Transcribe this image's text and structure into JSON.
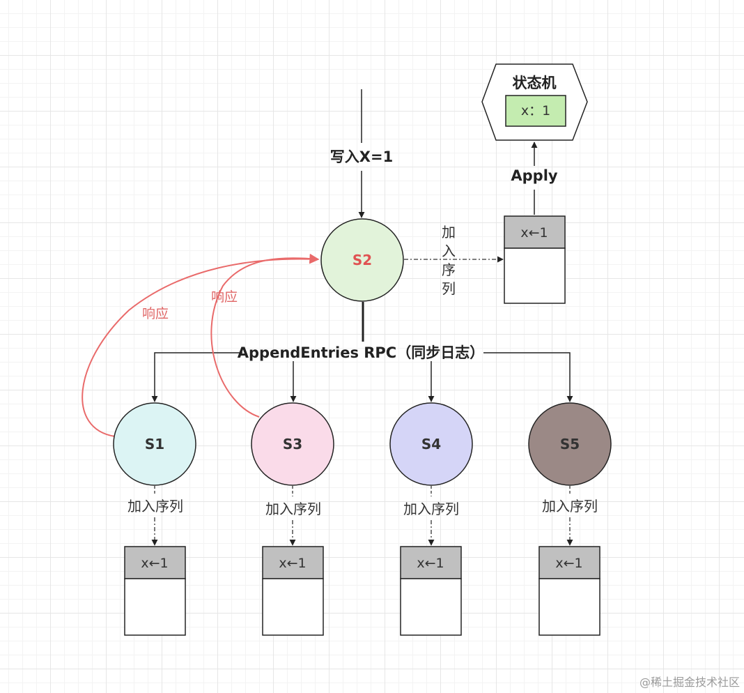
{
  "write_label": "写入X=1",
  "rpc_label": "AppendEntries RPC（同步日志）",
  "apply_label": "Apply",
  "state_machine": {
    "title": "状态机",
    "value": "x：1"
  },
  "enqueue_label": "加入序列",
  "enqueue_vertical": [
    "加",
    "入",
    "序",
    "列"
  ],
  "response_label": "响应",
  "log_entry": "x←1",
  "leader": {
    "name": "S2",
    "fill": "#e2f3da",
    "text_color": "#e05252"
  },
  "followers": [
    {
      "name": "S1",
      "fill": "#dcf4f4",
      "text_color": "#333333"
    },
    {
      "name": "S3",
      "fill": "#fadbe9",
      "text_color": "#333333"
    },
    {
      "name": "S4",
      "fill": "#d5d5f7",
      "text_color": "#333333"
    },
    {
      "name": "S5",
      "fill": "#9b8986",
      "text_color": "#333333"
    }
  ],
  "colors": {
    "state_cell": "#c4ecb0",
    "log_header": "#c0c0c0",
    "response_arrow": "#e96a6a",
    "line": "#222222"
  },
  "watermark": "@稀土掘金技术社区"
}
